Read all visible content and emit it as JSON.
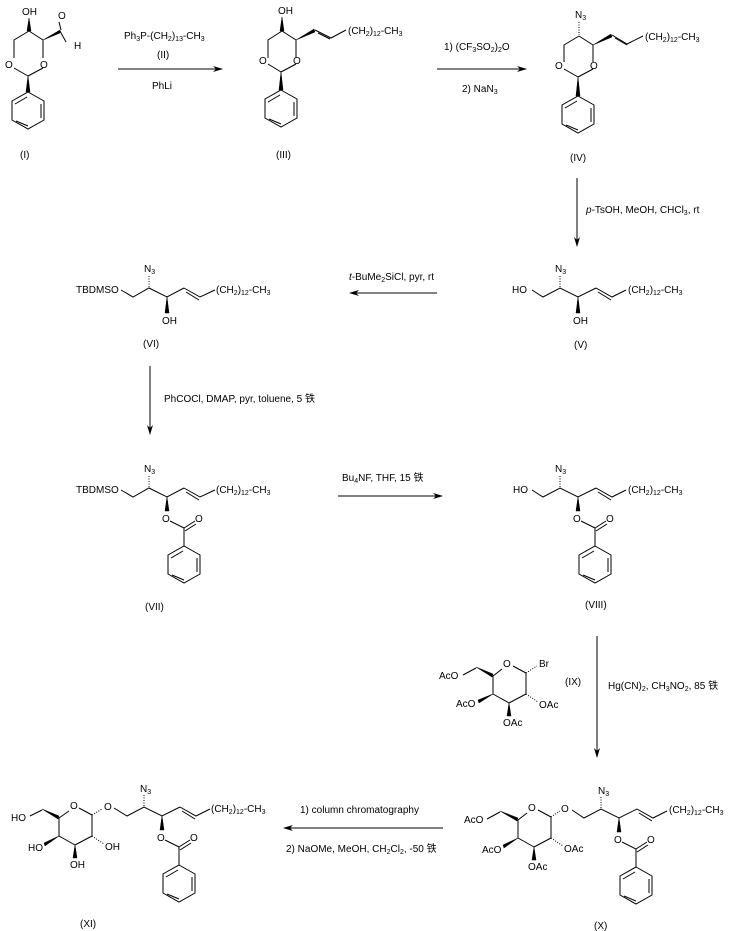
{
  "compounds": {
    "I": {
      "label": "(I)",
      "groups": {
        "oh": "OH",
        "o1": "O",
        "o2": "O",
        "h": "H",
        "ald_o": "O"
      }
    },
    "II": {
      "label": "(II)"
    },
    "III": {
      "label": "(III)",
      "groups": {
        "oh": "OH",
        "o1": "O",
        "o2": "O",
        "chain": "(CH",
        "chain_sub": "2",
        "chain_n": "12",
        "chain_end": "-CH",
        "chain_end_sub": "3"
      }
    },
    "IV": {
      "label": "(IV)",
      "groups": {
        "n3": "N",
        "n3_sub": "3",
        "o1": "O",
        "o2": "O",
        "chain": "(CH",
        "chain_sub": "2",
        "chain_n": "12",
        "chain_end": "-CH",
        "chain_end_sub": "3"
      }
    },
    "V": {
      "label": "(V)",
      "groups": {
        "ho": "HO",
        "n3": "N",
        "n3_sub": "3",
        "oh": "OH",
        "chain": "(CH",
        "chain_sub": "2",
        "chain_n": "12",
        "chain_end": "-CH",
        "chain_end_sub": "3"
      }
    },
    "VI": {
      "label": "(VI)",
      "groups": {
        "tbdmso": "TBDMSO",
        "n3": "N",
        "n3_sub": "3",
        "oh": "OH",
        "chain": "(CH",
        "chain_sub": "2",
        "chain_n": "12",
        "chain_end": "-CH",
        "chain_end_sub": "3"
      }
    },
    "VII": {
      "label": "(VII)",
      "groups": {
        "tbdmso": "TBDMSO",
        "n3": "N",
        "n3_sub": "3",
        "o": "O",
        "co": "O",
        "chain": "(CH",
        "chain_sub": "2",
        "chain_n": "12",
        "chain_end": "-CH",
        "chain_end_sub": "3"
      }
    },
    "VIII": {
      "label": "(VIII)",
      "groups": {
        "ho": "HO",
        "n3": "N",
        "n3_sub": "3",
        "o": "O",
        "co": "O",
        "chain": "(CH",
        "chain_sub": "2",
        "chain_n": "12",
        "chain_end": "-CH",
        "chain_end_sub": "3"
      }
    },
    "IX": {
      "label": "(IX)",
      "groups": {
        "aco6": "AcO",
        "ring_o": "O",
        "br": "Br",
        "aco4": "AcO",
        "oac3": "OAc",
        "oac2": "OAc"
      }
    },
    "X": {
      "label": "(X)",
      "groups": {
        "aco6": "AcO",
        "ring_o": "O",
        "link_o": "O",
        "aco4": "AcO",
        "oac3": "OAc",
        "oac2": "OAc",
        "n3": "N",
        "n3_sub": "3",
        "o": "O",
        "co": "O",
        "chain": "(CH",
        "chain_sub": "2",
        "chain_n": "12",
        "chain_end": "-CH",
        "chain_end_sub": "3"
      }
    },
    "XI": {
      "label": "(XI)",
      "groups": {
        "ho6": "HO",
        "ring_o": "O",
        "link_o": "O",
        "ho4": "HO",
        "oh3": "OH",
        "oh2": "OH",
        "n3": "N",
        "n3_sub": "3",
        "o": "O",
        "co": "O",
        "chain": "(CH",
        "chain_sub": "2",
        "chain_n": "12",
        "chain_end": "-CH",
        "chain_end_sub": "3"
      }
    }
  },
  "steps": [
    {
      "id": "step1",
      "above": "Ph",
      "above_sub1": "3",
      "above2": "P-(CH",
      "above_sub2": "2",
      "above3": ")",
      "above_sub3": "13",
      "above4": "-CH",
      "above_sub4": "3",
      "above_label": "(II)",
      "below": "PhLi"
    },
    {
      "id": "step2",
      "above": "1) (CF",
      "above_sub1": "3",
      "above2": "SO",
      "above_sub2": "2",
      "above3": ")",
      "above_sub3": "2",
      "above4": "O",
      "below": "2) NaN",
      "below_sub": "3"
    },
    {
      "id": "step3",
      "text": "p",
      "text2": "-TsOH, MeOH, CHCl",
      "text_sub": "3",
      "text3": ", rt"
    },
    {
      "id": "step4",
      "text": "t",
      "text2": "-BuMe",
      "text_sub": "2",
      "text3": "SiCl, pyr, rt"
    },
    {
      "id": "step5",
      "text": "PhCOCl, DMAP, pyr, toluene, 5 铁"
    },
    {
      "id": "step6",
      "text": "Bu",
      "text_sub": "4",
      "text2": "NF, THF, 15 铁"
    },
    {
      "id": "step7",
      "text": "Hg(CN)",
      "text_sub": "2",
      "text2": ", CH",
      "text_sub2": "3",
      "text3": "NO",
      "text_sub3": "2",
      "text4": ", 85 铁"
    },
    {
      "id": "step8",
      "above": "1) column chromatography",
      "below": "2) NaOMe, MeOH, CH",
      "below_sub": "2",
      "below2": "Cl",
      "below_sub2": "2",
      "below3": ", -50 铁"
    }
  ]
}
